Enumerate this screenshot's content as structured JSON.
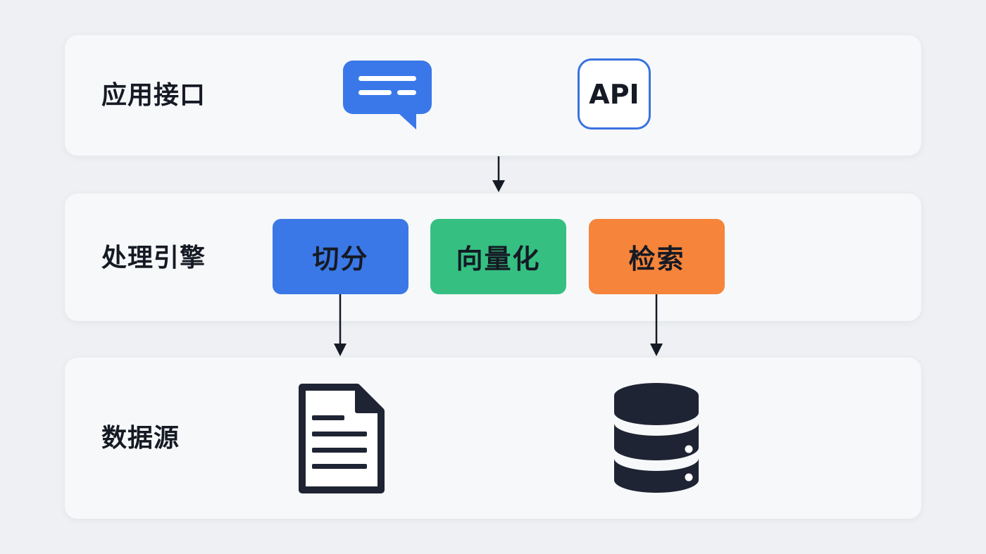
{
  "layers": {
    "app": {
      "title": "应用接口",
      "items": {
        "chat_icon": "chat-bubble-icon",
        "api_label": "API"
      }
    },
    "processing": {
      "title": "处理引擎",
      "stages": [
        {
          "label": "切分",
          "color": "#3b78e7"
        },
        {
          "label": "向量化",
          "color": "#35c082"
        },
        {
          "label": "检索",
          "color": "#f6843a"
        }
      ]
    },
    "data": {
      "title": "数据源",
      "items": {
        "document_icon": "document-icon",
        "database_icon": "database-icon"
      }
    }
  },
  "colors": {
    "background": "#eef0f3",
    "panel": "#f7f8f9",
    "text": "#151a24",
    "accent_blue": "#3a72e0",
    "icon_dark": "#1e2433"
  },
  "connections": [
    {
      "from": "应用接口",
      "to": "处理引擎"
    },
    {
      "from": "切分",
      "to": "document"
    },
    {
      "from": "检索",
      "to": "database"
    }
  ]
}
